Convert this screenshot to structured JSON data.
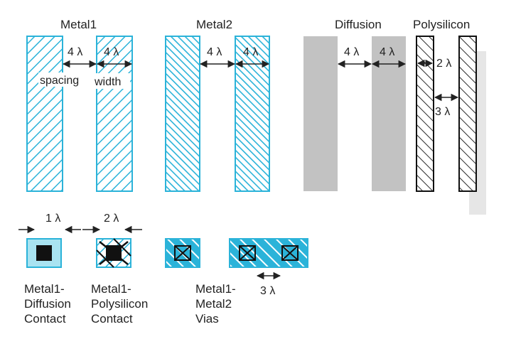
{
  "headings": {
    "metal1": "Metal1",
    "metal2": "Metal2",
    "diffusion": "Diffusion",
    "polysilicon": "Polysilicon"
  },
  "dims": {
    "metal1_spacing": "4 λ",
    "metal1_width": "4 λ",
    "metal2_spacing": "4 λ",
    "metal2_width": "4 λ",
    "diffusion_spacing": "4 λ",
    "diffusion_width": "4 λ",
    "poly_width": "2 λ",
    "poly_spacing": "3 λ",
    "contact_surround": "1 λ",
    "poly_contact_surround": "2 λ",
    "via_spacing": "3 λ"
  },
  "annotations": {
    "spacing": "spacing",
    "width": "width"
  },
  "contacts": {
    "metal1_diffusion": [
      "Metal1-",
      "Diffusion",
      "Contact"
    ],
    "metal1_poly": [
      "Metal1-",
      "Polysilicon",
      "Contact"
    ],
    "metal1_metal2": [
      "Metal1-",
      "Metal2",
      "Vias"
    ]
  },
  "colors": {
    "metal": "#2bb3d9",
    "metal_bg": "#a9e3f1",
    "diffusion": "#c2c2c2",
    "poly": "#111111",
    "contact": "#111111",
    "text": "#222222"
  }
}
